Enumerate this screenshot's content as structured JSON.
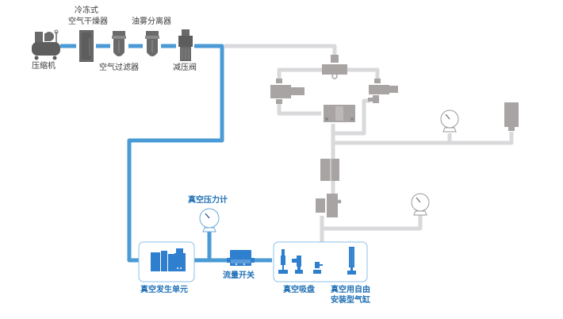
{
  "top_chain": {
    "compressor": "压缩机",
    "dryer_line1": "冷冻式",
    "dryer_line2": "空气干燥器",
    "air_filter": "空气过滤器",
    "mist_separator": "油雾分离器",
    "regulator": "减压阀"
  },
  "vacuum_section": {
    "vacuum_gauge": "真空压力计",
    "vacuum_unit": "真空发生单元",
    "flow_switch": "流量开关",
    "suction_cup": "真空吸盘",
    "cylinder_line1": "真空用自由",
    "cylinder_line2": "安装型气缸"
  },
  "colors": {
    "blue_pipe": "#4a9ad6",
    "grey_pipe": "#d9d9dc",
    "component_grey": "#a8a4a4",
    "component_dark": "#5d5d5d",
    "component_blue": "#2f7fcf",
    "box_border": "#8cc0e8",
    "label_blue": "#1f6fb5"
  }
}
